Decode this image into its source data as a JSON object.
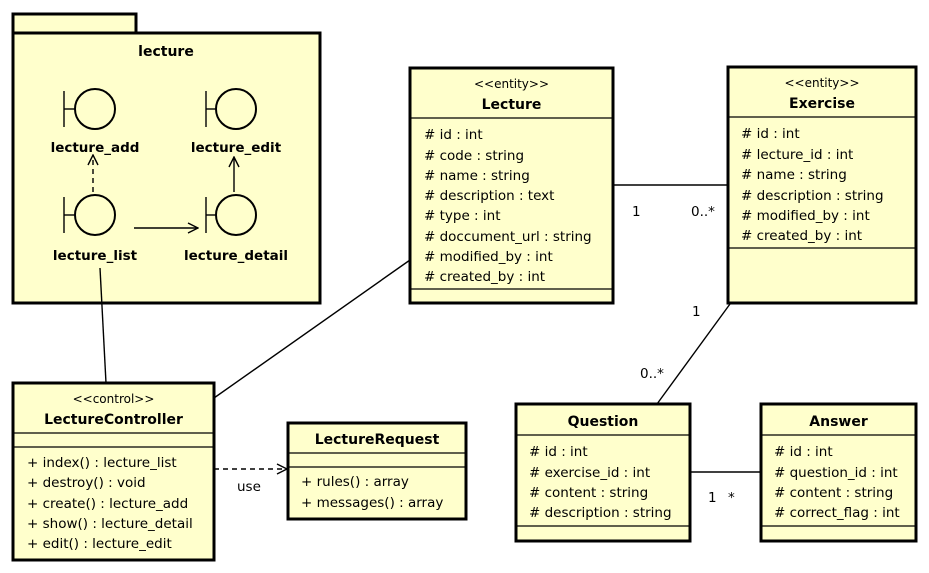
{
  "package": {
    "name": "lecture"
  },
  "boundaries": {
    "lecture_add": "lecture_add",
    "lecture_edit": "lecture_edit",
    "lecture_list": "lecture_list",
    "lecture_detail": "lecture_detail"
  },
  "classes": {
    "lecture": {
      "stereotype": "<<entity>>",
      "name": "Lecture",
      "attributes": [
        "# id : int",
        "# code : string",
        "# name : string",
        "# description : text",
        "# type : int",
        "# doccument_url : string",
        "# modified_by : int",
        "# created_by : int"
      ]
    },
    "exercise": {
      "stereotype": "<<entity>>",
      "name": "Exercise",
      "attributes": [
        "# id : int",
        "# lecture_id : int",
        "# name : string",
        "# description : string",
        "# modified_by : int",
        "# created_by : int"
      ]
    },
    "lecture_controller": {
      "stereotype": "<<control>>",
      "name": "LectureController",
      "methods": [
        "+ index() : lecture_list",
        "+ destroy() : void",
        "+ create() : lecture_add",
        "+ show() : lecture_detail",
        "+ edit() : lecture_edit"
      ]
    },
    "lecture_request": {
      "name": "LectureRequest",
      "methods": [
        "+ rules() : array",
        "+ messages() : array"
      ]
    },
    "question": {
      "name": "Question",
      "attributes": [
        "# id : int",
        "# exercise_id : int",
        "# content : string",
        "# description : string"
      ]
    },
    "answer": {
      "name": "Answer",
      "attributes": [
        "# id : int",
        "# question_id : int",
        "# content : string",
        "# correct_flag : int"
      ]
    }
  },
  "relations": {
    "lecture_exercise": {
      "source_mult": "1",
      "target_mult": "0..*"
    },
    "exercise_question": {
      "source_mult": "1",
      "target_mult": "0..*"
    },
    "question_answer": {
      "source_mult": "1",
      "target_mult": "*"
    },
    "controller_request": {
      "label": "use"
    }
  }
}
